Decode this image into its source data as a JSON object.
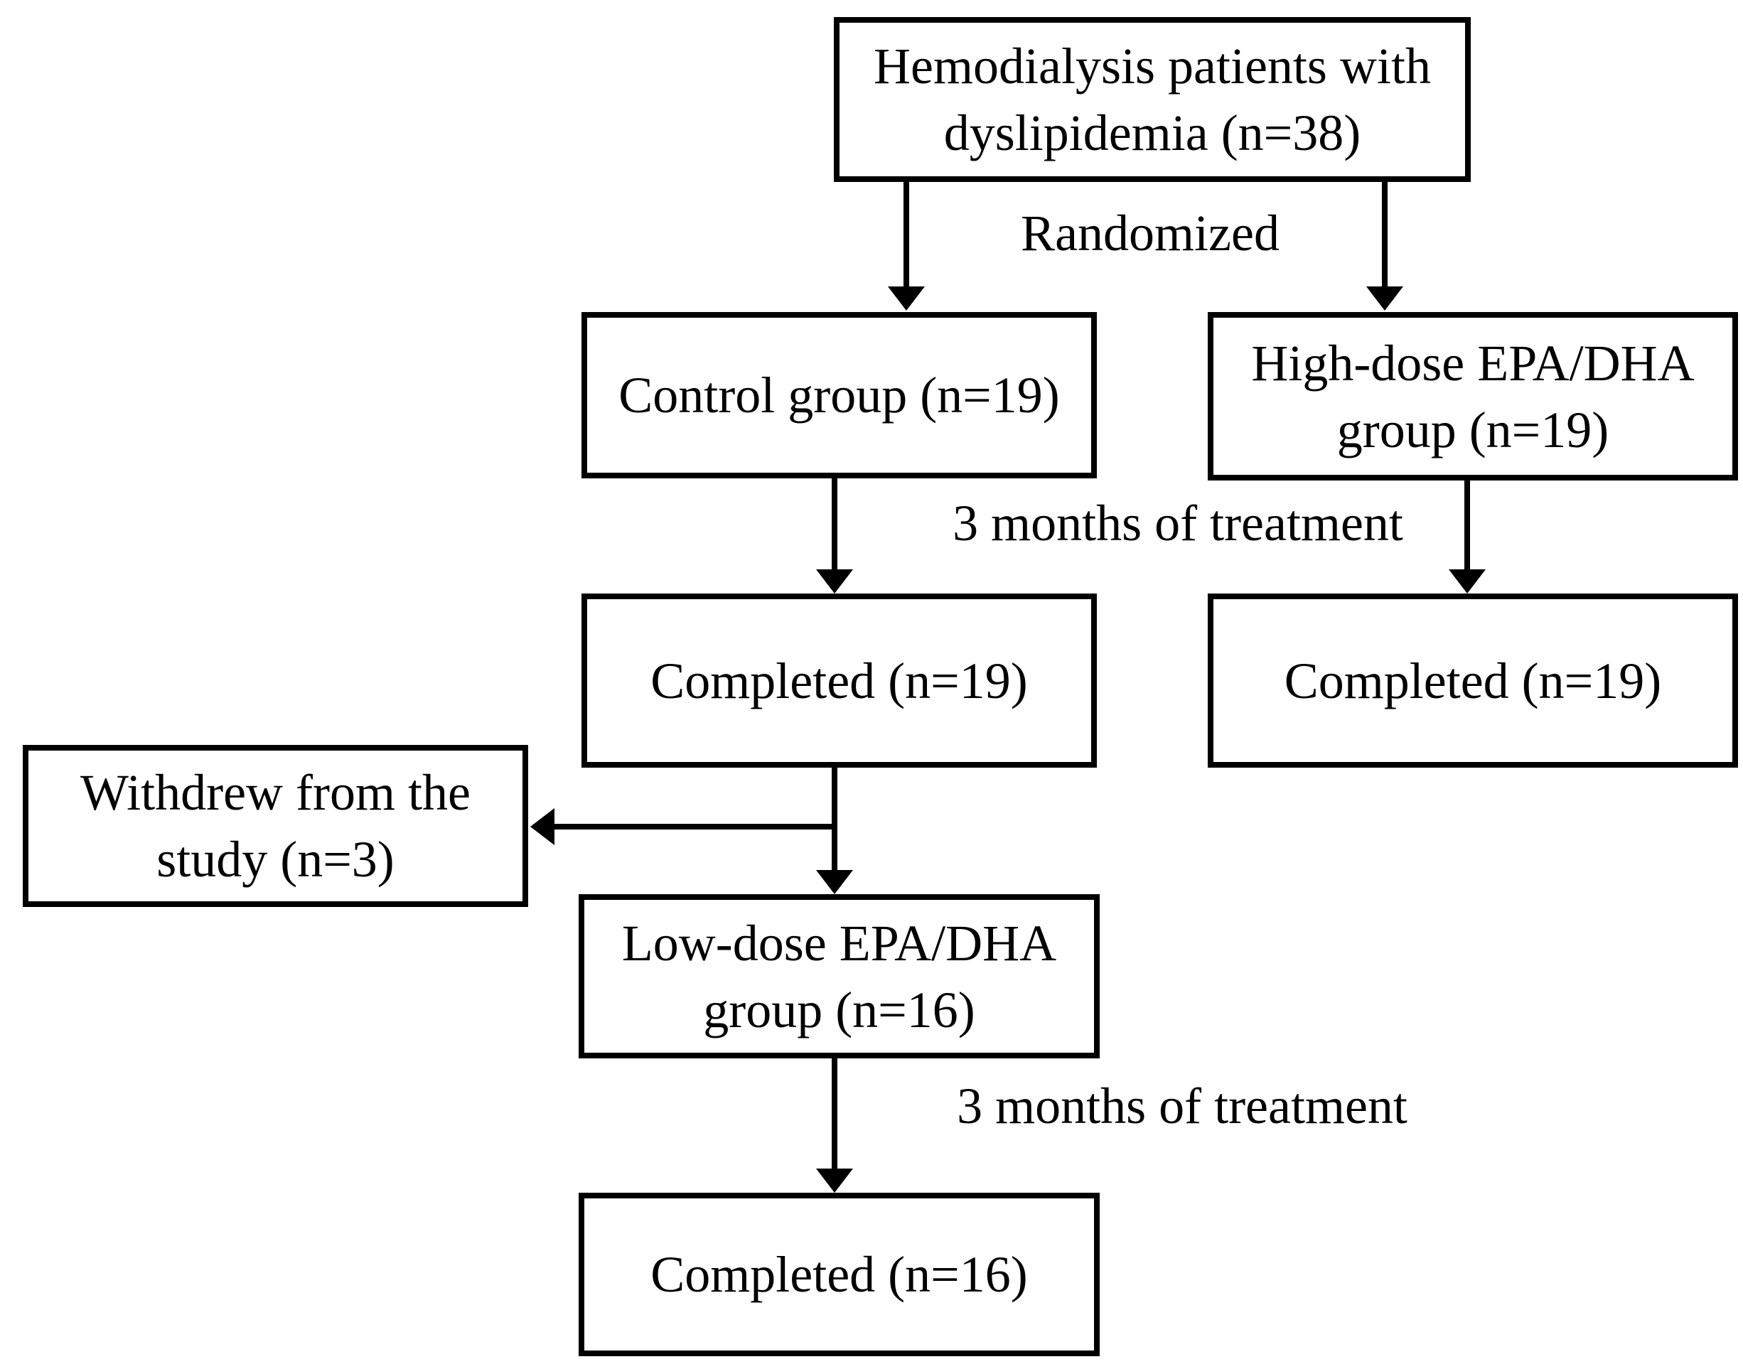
{
  "figure": {
    "type": "flow-diagram",
    "background_color": "#ffffff",
    "line_color": "#000000",
    "nodes": [
      {
        "id": "enrollment",
        "label": "Hemodialysis patients with dyslipidemia (n=38)"
      },
      {
        "id": "control-group",
        "label": "Control group (n=19)"
      },
      {
        "id": "high-dose-group",
        "label": "High-dose EPA/DHA group (n=19)"
      },
      {
        "id": "control-completed",
        "label": "Completed (n=19)"
      },
      {
        "id": "high-dose-completed",
        "label": "Completed (n=19)"
      },
      {
        "id": "withdrew",
        "label": "Withdrew from the study (n=3)"
      },
      {
        "id": "low-dose-group",
        "label": "Low-dose EPA/DHA group (n=16)"
      },
      {
        "id": "low-dose-completed",
        "label": "Completed (n=16)"
      }
    ],
    "annotations": [
      {
        "id": "randomized",
        "label": "Randomized"
      },
      {
        "id": "treatment-upper",
        "label": "3 months of treatment"
      },
      {
        "id": "treatment-lower",
        "label": "3 months of treatment"
      }
    ]
  }
}
